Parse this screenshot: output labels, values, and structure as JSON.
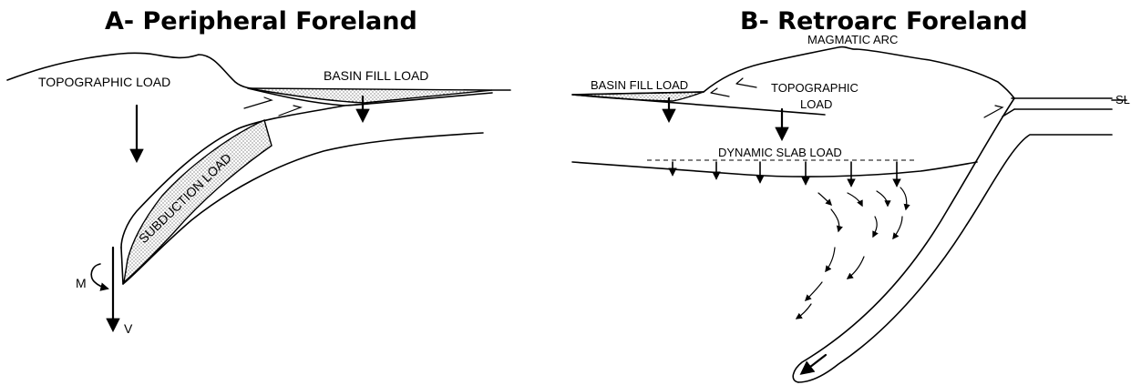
{
  "panel_a": {
    "title": "A- Peripheral Foreland",
    "labels": {
      "topographic_load": "TOPOGRAPHIC LOAD",
      "basin_fill_load": "BASIN FILL LOAD",
      "subduction_load": "SUBDUCTION LOAD",
      "moment": "M",
      "shear": "V"
    }
  },
  "panel_b": {
    "title": "B- Retroarc Foreland",
    "labels": {
      "magmatic_arc": "MAGMATIC ARC",
      "basin_fill_load": "BASIN FILL LOAD",
      "topographic_line1": "TOPOGRAPHIC",
      "topographic_line2": "LOAD",
      "dynamic_slab_load": "DYNAMIC SLAB LOAD",
      "sea_level": "SL"
    }
  }
}
